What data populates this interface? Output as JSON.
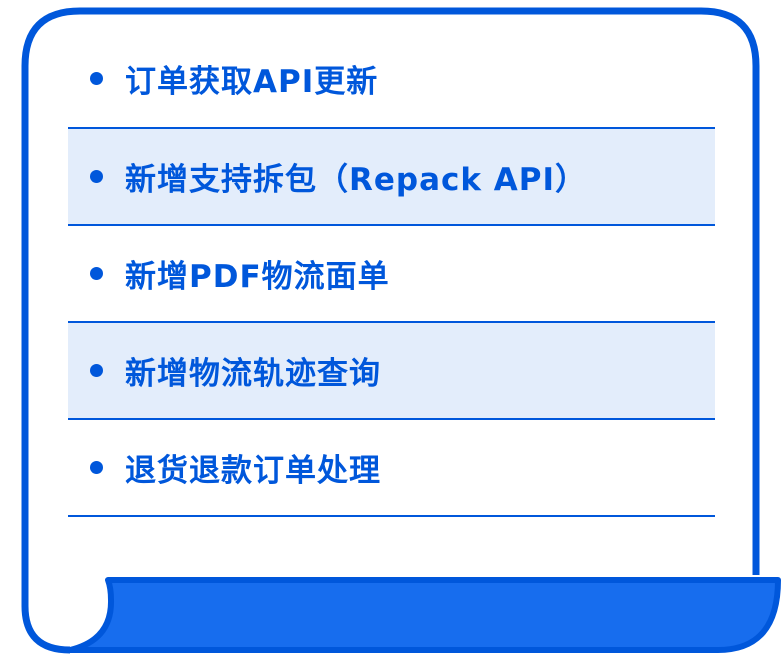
{
  "colors": {
    "accent": "#0057DB",
    "band_fill": "#176DEE",
    "row_shade": "#E3EDFB",
    "background": "#FFFFFF"
  },
  "list": {
    "items": [
      {
        "label": "订单获取API更新",
        "shaded": false
      },
      {
        "label": "新增支持拆包（Repack API）",
        "shaded": true
      },
      {
        "label": "新增PDF物流面单",
        "shaded": false
      },
      {
        "label": "新增物流轨迹查询",
        "shaded": true
      },
      {
        "label": "退货退款订单处理",
        "shaded": false
      }
    ]
  }
}
